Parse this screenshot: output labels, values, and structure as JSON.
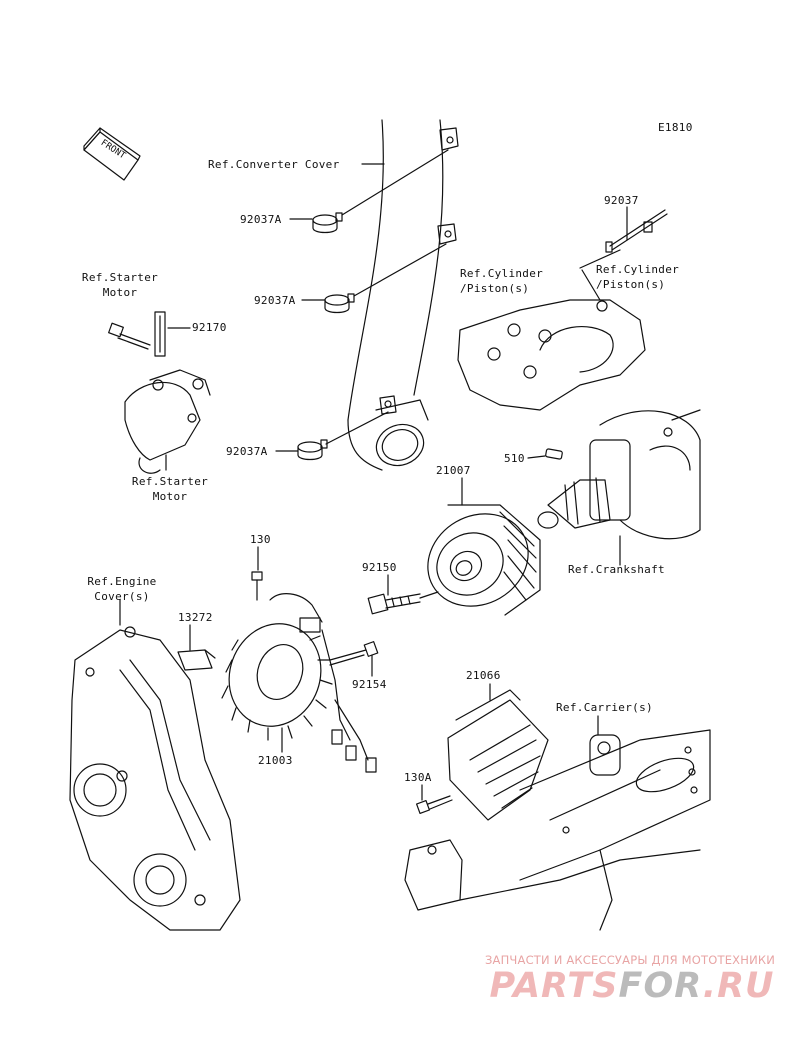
{
  "diagram_code": "E1810",
  "front_label": "FRONT",
  "labels": {
    "ref_converter_cover": "Ref.Converter Cover",
    "p92037A_1": "92037A",
    "p92037A_2": "92037A",
    "p92037A_3": "92037A",
    "ref_starter_motor_top": "Ref.Starter\nMotor",
    "p92170": "92170",
    "ref_starter_motor_bottom": "Ref.Starter\nMotor",
    "p92037": "92037",
    "ref_cylinder_left": "Ref.Cylinder\n/Piston(s)",
    "ref_cylinder_right": "Ref.Cylinder\n/Piston(s)",
    "p21007": "21007",
    "p510": "510",
    "ref_crankshaft": "Ref.Crankshaft",
    "p130": "130",
    "ref_engine_cover": "Ref.Engine\nCover(s)",
    "p13272": "13272",
    "p92150": "92150",
    "p92154": "92154",
    "p21003": "21003",
    "p21066": "21066",
    "ref_carrier": "Ref.Carrier(s)",
    "p130A": "130A"
  },
  "watermark": {
    "subtitle": "ЗАПЧАСТИ И АКСЕССУАРЫ ДЛЯ МОТОТЕХНИКИ",
    "logo_part1": "PARTS",
    "logo_part2": "FOR",
    "logo_part3": ".RU",
    "logo_color": "#f0b8b8",
    "logo_accent": "#bbbbbb"
  }
}
